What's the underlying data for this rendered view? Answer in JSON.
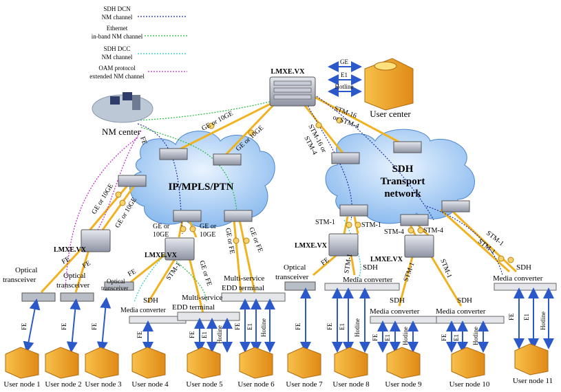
{
  "legend": {
    "items": [
      {
        "label": "SDH DCN\nNM channel",
        "color": "#1c2fa8",
        "dash": "2,2"
      },
      {
        "label": "Ethernet\nin-band NM channel",
        "color": "#1fbd3a",
        "dash": "2,2"
      },
      {
        "label": "SDH DCC\nNM channel",
        "color": "#27c8c0",
        "dash": "2,2"
      },
      {
        "label": "OAM protocol\nextended NM channel",
        "color": "#c21ec8",
        "dash": "2,2"
      }
    ]
  },
  "top_legend": {
    "ge": "GE",
    "e1": "E1",
    "hotline": "Hotline"
  },
  "core_node": "LMXE.VX",
  "user_center": "User center",
  "nm_center": "NM center",
  "clouds": {
    "ip": "IP/MPLS/PTN",
    "sdh_line1": "SDH",
    "sdh_line2": "Transport",
    "sdh_line3": "network"
  },
  "link_labels": {
    "ge10ge": "GE or 10GE",
    "stm16_a": "STM-16",
    "stm16_b": "or STM-4",
    "stm16_c": "STM-16 or",
    "stm16_d": "STM-4",
    "fe": "FE",
    "stm1": "STM-1",
    "stm4": "STM-4",
    "ge_or": "GE or",
    "ten_ge": "10GE",
    "ge_or_fe": "GE or FE",
    "e1": "E1",
    "hotline": "Hotline"
  },
  "device_labels": {
    "lmxe": "LMXE.VX",
    "optical": "Optical\ntransceiver",
    "sdh_mc": "SDH\nMedia converter",
    "edd": "Multi-service\nEDD terminal"
  },
  "user_nodes": [
    "User node 1",
    "User node 2",
    "User node 3",
    "User node 4",
    "User node 5",
    "User node 6",
    "User node 7",
    "User node 8",
    "User node 9",
    "User node 10",
    "User node 11"
  ]
}
